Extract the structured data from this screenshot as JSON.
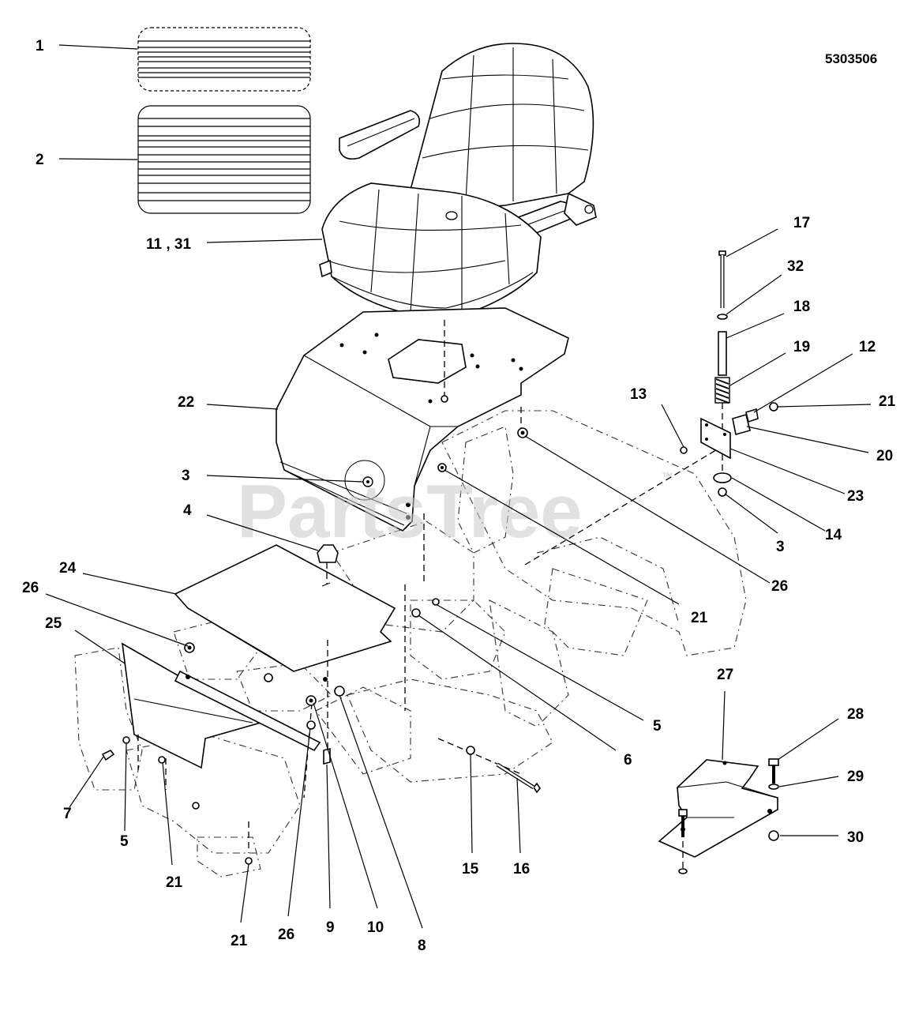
{
  "drawing": {
    "reference_number": "5303506",
    "watermark": "PartsTree",
    "watermark_tm": "™"
  },
  "callouts": [
    {
      "key": "c1",
      "label": "1"
    },
    {
      "key": "c2",
      "label": "2"
    },
    {
      "key": "c11_31",
      "label": "11 , 31"
    },
    {
      "key": "c17",
      "label": "17"
    },
    {
      "key": "c32",
      "label": "32"
    },
    {
      "key": "c18",
      "label": "18"
    },
    {
      "key": "c19",
      "label": "19"
    },
    {
      "key": "c12",
      "label": "12"
    },
    {
      "key": "c13",
      "label": "13"
    },
    {
      "key": "c21a",
      "label": "21"
    },
    {
      "key": "c20",
      "label": "20"
    },
    {
      "key": "c22",
      "label": "22"
    },
    {
      "key": "c23",
      "label": "23"
    },
    {
      "key": "c3a",
      "label": "3"
    },
    {
      "key": "c3b",
      "label": "3"
    },
    {
      "key": "c14",
      "label": "14"
    },
    {
      "key": "c4",
      "label": "4"
    },
    {
      "key": "c26a",
      "label": "26"
    },
    {
      "key": "c24",
      "label": "24"
    },
    {
      "key": "c21b",
      "label": "21"
    },
    {
      "key": "c26b",
      "label": "26"
    },
    {
      "key": "c25",
      "label": "25"
    },
    {
      "key": "c5a",
      "label": "5"
    },
    {
      "key": "c6",
      "label": "6"
    },
    {
      "key": "c27",
      "label": "27"
    },
    {
      "key": "c28",
      "label": "28"
    },
    {
      "key": "c29",
      "label": "29"
    },
    {
      "key": "c30",
      "label": "30"
    },
    {
      "key": "c7",
      "label": "7"
    },
    {
      "key": "c5b",
      "label": "5"
    },
    {
      "key": "c21c",
      "label": "21"
    },
    {
      "key": "c15",
      "label": "15"
    },
    {
      "key": "c16",
      "label": "16"
    },
    {
      "key": "c21d",
      "label": "21"
    },
    {
      "key": "c26c",
      "label": "26"
    },
    {
      "key": "c9",
      "label": "9"
    },
    {
      "key": "c10",
      "label": "10"
    },
    {
      "key": "c8",
      "label": "8"
    }
  ]
}
